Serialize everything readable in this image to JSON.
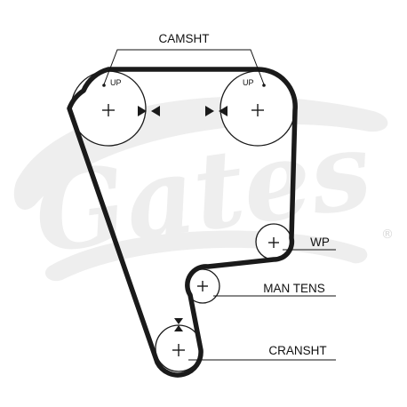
{
  "diagram": {
    "labels": {
      "camshaft": "CAMSHT",
      "up_left": "UP",
      "up_right": "UP",
      "water_pump": "WP",
      "manual_tensioner": "MAN TENS",
      "crankshaft": "CRANSHT"
    },
    "watermark": {
      "brand": "Gates",
      "registered_mark": "®"
    },
    "colors": {
      "belt": "#1a1a1a",
      "line": "#111111",
      "watermark": "#eeeeee",
      "background": "#ffffff"
    }
  }
}
